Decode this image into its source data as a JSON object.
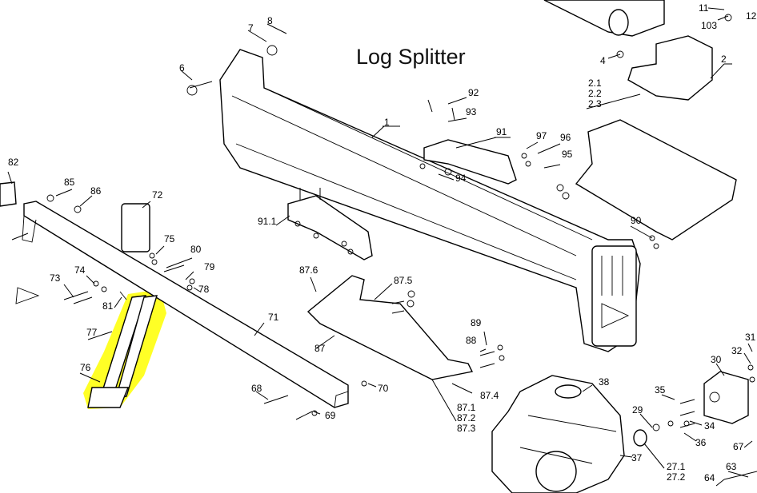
{
  "title": "Log Splitter",
  "highlight_color": "#ffff00",
  "labels": [
    "1",
    "2",
    "2.1",
    "2.2",
    "2.3",
    "4",
    "6",
    "7",
    "8",
    "11",
    "12",
    "103",
    "29",
    "30",
    "31",
    "32",
    "34",
    "35",
    "36",
    "37",
    "38",
    "63",
    "64",
    "67",
    "68",
    "69",
    "70",
    "71",
    "72",
    "73",
    "74",
    "75",
    "76",
    "77",
    "78",
    "79",
    "80",
    "81",
    "82",
    "85",
    "86",
    "87",
    "87.1",
    "87.2",
    "87.3",
    "87.4",
    "87.5",
    "87.6",
    "88",
    "89",
    "90",
    "91",
    "91.1",
    "92",
    "93",
    "94",
    "95",
    "96",
    "97",
    "27.1",
    "27.2"
  ]
}
